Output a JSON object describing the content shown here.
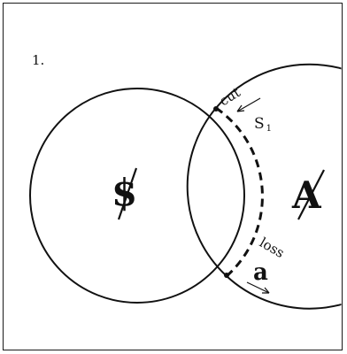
{
  "figure_number": "1.",
  "left_symbol": "$",
  "right_symbol": "A",
  "top_label": "cut",
  "top_arrow_label": "S",
  "top_arrow_subscript": "1",
  "bottom_label": "loss",
  "bottom_arrow_label": "a",
  "colors": {
    "ink": "#111111",
    "background": "#ffffff"
  }
}
